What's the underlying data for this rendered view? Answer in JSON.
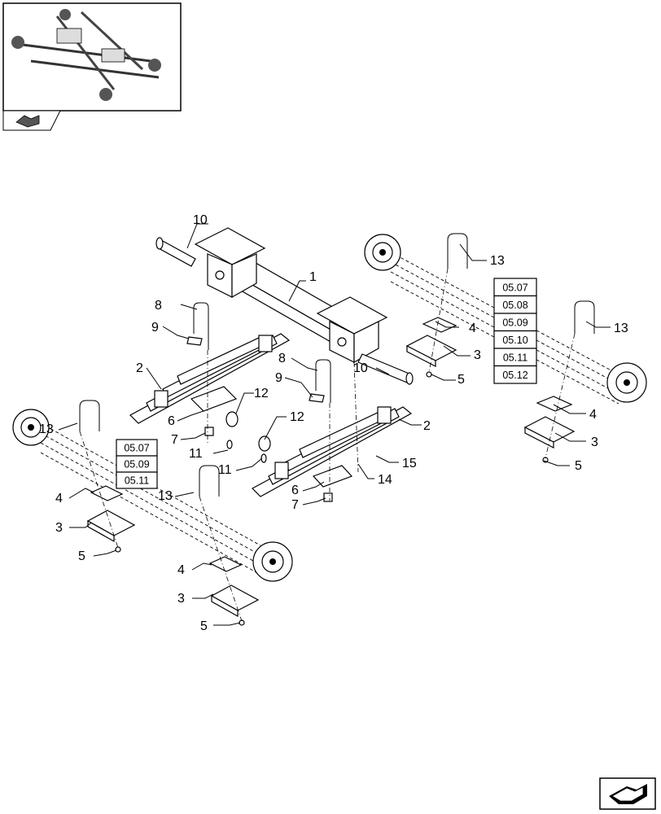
{
  "callouts": [
    {
      "id": "c10a",
      "text": "10"
    },
    {
      "id": "c1",
      "text": "1"
    },
    {
      "id": "c13a",
      "text": "13"
    },
    {
      "id": "c8a",
      "text": "8"
    },
    {
      "id": "c9a",
      "text": "9"
    },
    {
      "id": "c2a",
      "text": "2"
    },
    {
      "id": "c4a",
      "text": "4"
    },
    {
      "id": "c3a",
      "text": "3"
    },
    {
      "id": "c5a",
      "text": "5"
    },
    {
      "id": "c13b",
      "text": "13"
    },
    {
      "id": "c8b",
      "text": "8"
    },
    {
      "id": "c9b",
      "text": "9"
    },
    {
      "id": "c10b",
      "text": "10"
    },
    {
      "id": "c12a",
      "text": "12"
    },
    {
      "id": "c6a",
      "text": "6"
    },
    {
      "id": "c7a",
      "text": "7"
    },
    {
      "id": "c11a",
      "text": "11"
    },
    {
      "id": "c12b",
      "text": "12"
    },
    {
      "id": "c11b",
      "text": "11"
    },
    {
      "id": "c2b",
      "text": "2"
    },
    {
      "id": "c6b",
      "text": "6"
    },
    {
      "id": "c7b",
      "text": "7"
    },
    {
      "id": "c14",
      "text": "14"
    },
    {
      "id": "c15",
      "text": "15"
    },
    {
      "id": "c13c",
      "text": "13"
    },
    {
      "id": "c4b",
      "text": "4"
    },
    {
      "id": "c3b",
      "text": "3"
    },
    {
      "id": "c5b",
      "text": "5"
    },
    {
      "id": "c13d",
      "text": "13"
    },
    {
      "id": "c4c",
      "text": "4"
    },
    {
      "id": "c3c",
      "text": "3"
    },
    {
      "id": "c5c",
      "text": "5"
    },
    {
      "id": "c4d",
      "text": "4"
    },
    {
      "id": "c3d",
      "text": "3"
    },
    {
      "id": "c5d",
      "text": "5"
    }
  ],
  "ref_table_right": [
    "05.07",
    "05.08",
    "05.09",
    "05.10",
    "05.11",
    "05.12"
  ],
  "ref_table_left": [
    "05.07",
    "05.09",
    "05.11"
  ],
  "icons": {
    "thumbnail": "assembly-overview-thumbnail",
    "nav_small": "return-arrow-icon",
    "nav_large": "next-page-arrow-icon"
  }
}
